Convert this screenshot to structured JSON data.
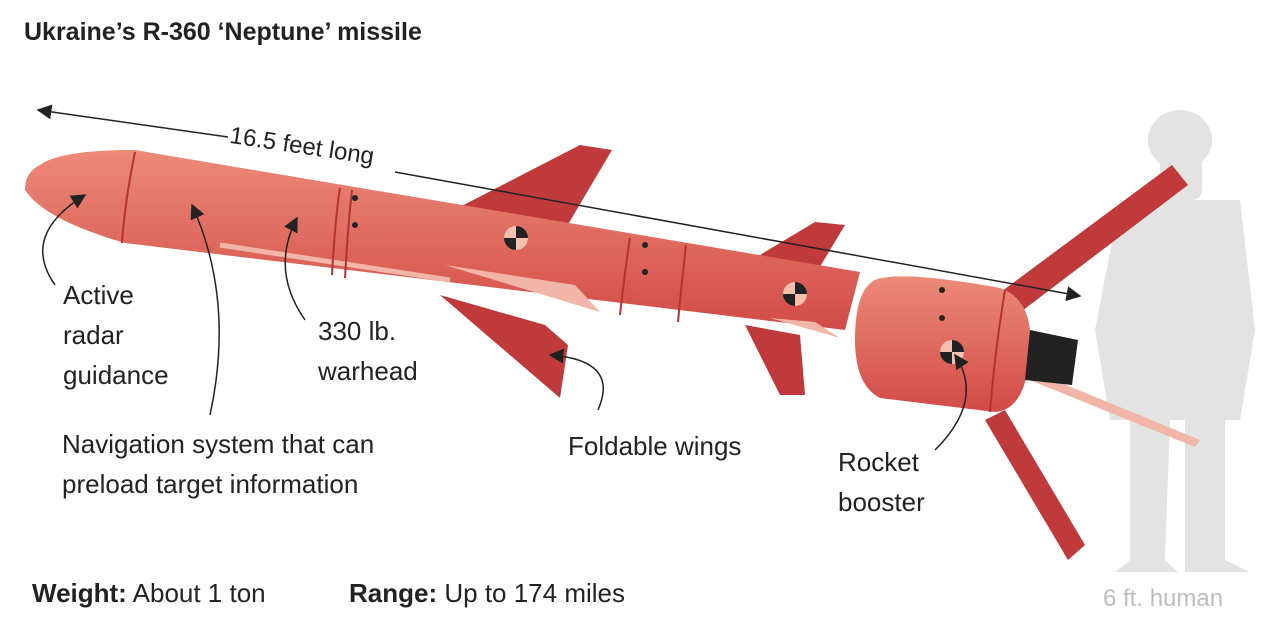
{
  "title": "Ukraine’s R-360 ‘Neptune’ missile",
  "length_label": "16.5 feet long",
  "labels": {
    "radar": [
      "Active",
      "radar",
      "guidance"
    ],
    "navigation": [
      "Navigation system that can",
      "preload target information"
    ],
    "warhead": [
      "330 lb.",
      "warhead"
    ],
    "wings": "Foldable wings",
    "booster": [
      "Rocket",
      "booster"
    ]
  },
  "footer": {
    "weight_label": "Weight:",
    "weight_value": "About 1 ton",
    "range_label": "Range:",
    "range_value": "Up to 174 miles"
  },
  "human_label": "6 ft. human",
  "colors": {
    "body": "#d9554f",
    "wing": "#c0393b",
    "light": "#f1b6a8",
    "human": "#e2e2e2"
  }
}
